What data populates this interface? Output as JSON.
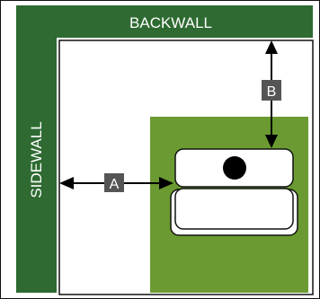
{
  "walls": {
    "back_label": "BACKWALL",
    "side_label": "SIDEWALL",
    "color": "#2e6a31"
  },
  "floor": {
    "mat_color": "#6a9a31"
  },
  "dimensions": {
    "a_label": "A",
    "b_label": "B",
    "tag_color": "#555555"
  }
}
